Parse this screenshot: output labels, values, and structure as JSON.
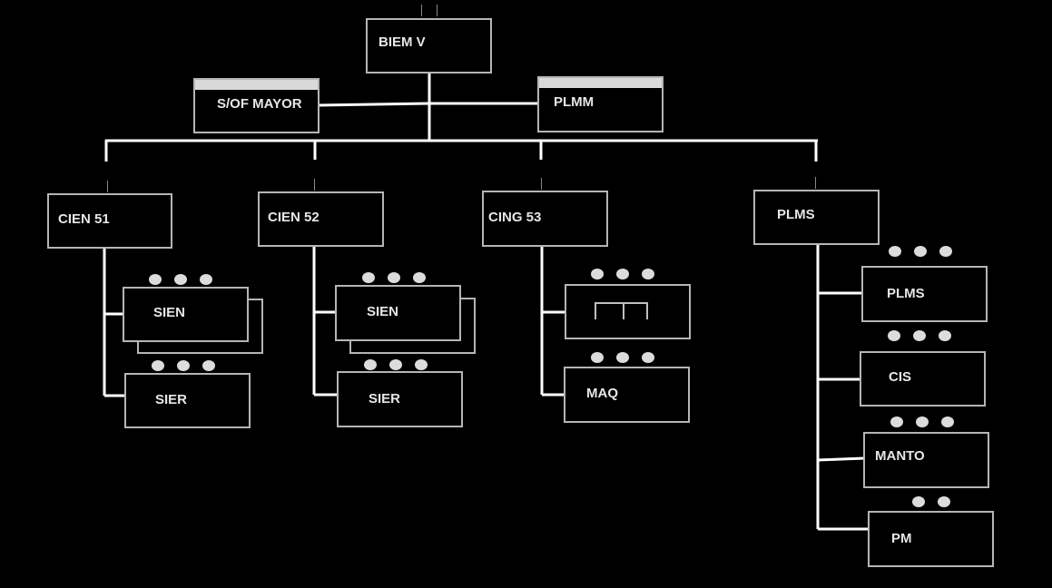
{
  "units": {
    "hq": "BIEM V",
    "staff_left": "S/OF MAYOR",
    "staff_right": "PLMM",
    "cien51": "CIEN 51",
    "cien52": "CIEN 52",
    "cing53": "CING 53",
    "plms": "PLMS",
    "sien_a": "SIEN",
    "sier_a": "SIER",
    "sien_b": "SIEN",
    "sier_b": "SIER",
    "maq": "MAQ",
    "plms_sub": "PLMS",
    "cis": "CIS",
    "manto": "MANTO",
    "pm": "PM"
  },
  "colors": {
    "background": "#000000",
    "line": "#ffffff",
    "box_border": "#b5b5b5",
    "text": "#e6e6e6",
    "dot": "#dcdcdc"
  }
}
